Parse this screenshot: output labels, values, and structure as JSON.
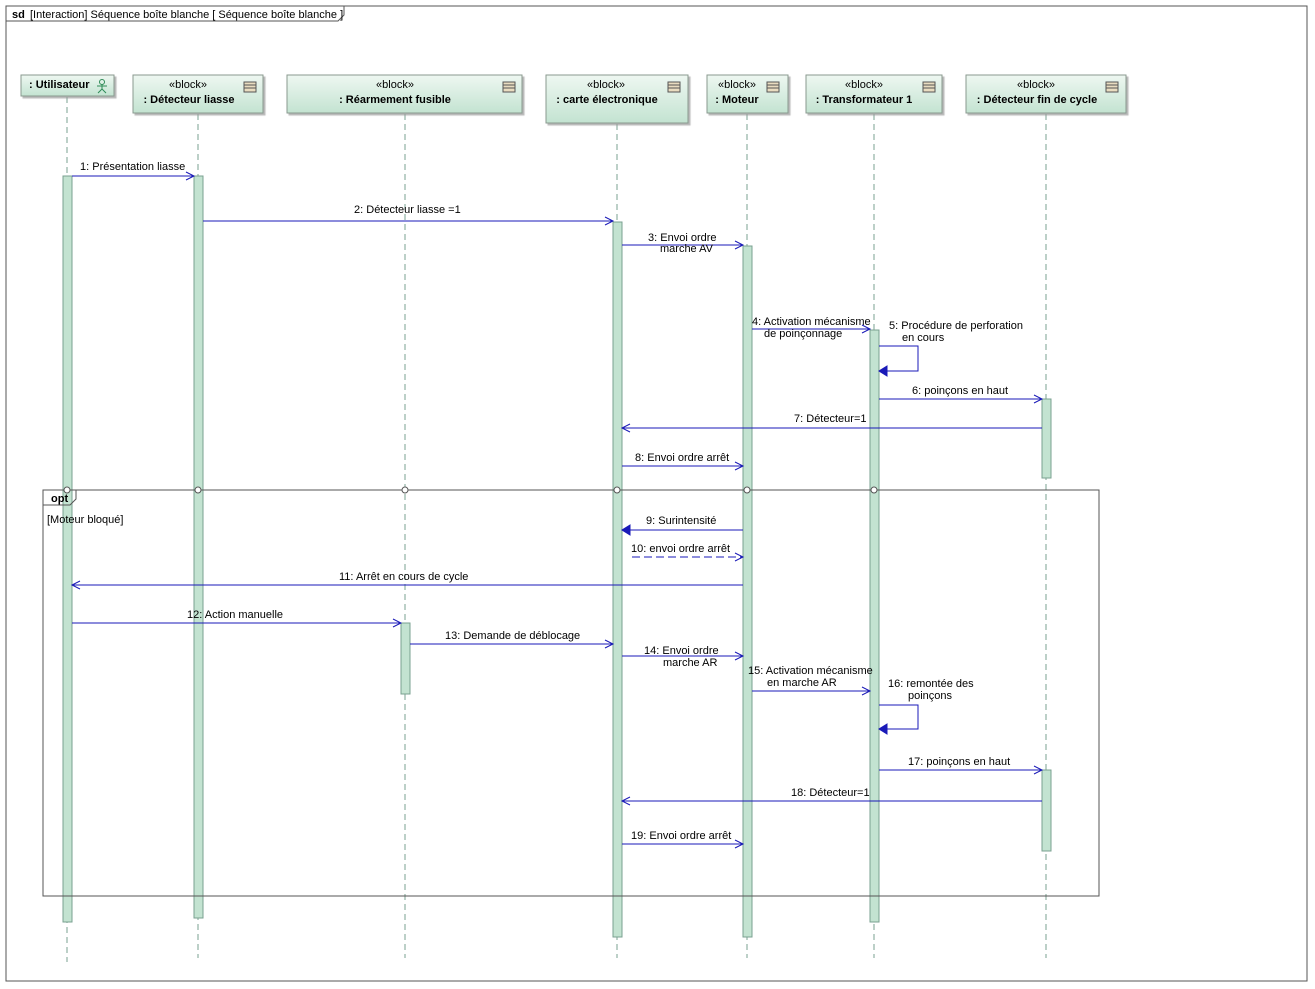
{
  "frame": {
    "keyword": "sd",
    "title": "[Interaction] Séquence boîte blanche [ Séquence boîte blanche ]"
  },
  "lifelines": [
    {
      "id": "user",
      "name": ": Utilisateur",
      "stereotype": "",
      "icon": "actor-icon"
    },
    {
      "id": "det_liasse",
      "name": ": Détecteur liasse",
      "stereotype": "«block»",
      "icon": "block-icon"
    },
    {
      "id": "rearm",
      "name": ": Réarmement fusible",
      "stereotype": "«block»",
      "icon": "block-icon"
    },
    {
      "id": "carte",
      "name": ": carte électronique",
      "stereotype": "«block»",
      "icon": "block-icon"
    },
    {
      "id": "moteur",
      "name": ": Moteur",
      "stereotype": "«block»",
      "icon": "block-icon"
    },
    {
      "id": "transfo",
      "name": ": Transformateur 1",
      "stereotype": "«block»",
      "icon": "block-icon"
    },
    {
      "id": "det_fin",
      "name": ": Détecteur fin de cycle",
      "stereotype": "«block»",
      "icon": "block-icon"
    }
  ],
  "fragment": {
    "operator": "opt",
    "guard": "[Moteur bloqué]"
  },
  "messages": [
    {
      "num": "1:",
      "label": [
        "Présentation liasse"
      ],
      "from": "user",
      "to": "det_liasse",
      "kind": "async"
    },
    {
      "num": "2:",
      "label": [
        "Détecteur liasse =1"
      ],
      "from": "det_liasse",
      "to": "carte",
      "kind": "async"
    },
    {
      "num": "3:",
      "label": [
        "Envoi ordre",
        "marche AV"
      ],
      "from": "carte",
      "to": "moteur",
      "kind": "async"
    },
    {
      "num": "4:",
      "label": [
        "Activation mécanisme",
        "de poinçonnage"
      ],
      "from": "moteur",
      "to": "transfo",
      "kind": "async"
    },
    {
      "num": "5:",
      "label": [
        "Procédure de perforation",
        "en cours"
      ],
      "from": "transfo",
      "to": "transfo",
      "kind": "self"
    },
    {
      "num": "6:",
      "label": [
        "poinçons en haut"
      ],
      "from": "transfo",
      "to": "det_fin",
      "kind": "async"
    },
    {
      "num": "7:",
      "label": [
        "Détecteur=1"
      ],
      "from": "det_fin",
      "to": "carte",
      "kind": "async"
    },
    {
      "num": "8:",
      "label": [
        "Envoi ordre arrêt"
      ],
      "from": "carte",
      "to": "moteur",
      "kind": "async"
    },
    {
      "num": "9:",
      "label": [
        "Surintensité"
      ],
      "from": "moteur",
      "to": "carte",
      "kind": "sync"
    },
    {
      "num": "10:",
      "label": [
        "envoi ordre arrêt"
      ],
      "from": "carte",
      "to": "moteur",
      "kind": "reply"
    },
    {
      "num": "11:",
      "label": [
        "Arrêt en cours de cycle"
      ],
      "from": "moteur",
      "to": "user",
      "kind": "async"
    },
    {
      "num": "12:",
      "label": [
        "Action manuelle"
      ],
      "from": "user",
      "to": "rearm",
      "kind": "async"
    },
    {
      "num": "13:",
      "label": [
        "Demande de déblocage"
      ],
      "from": "rearm",
      "to": "carte",
      "kind": "async"
    },
    {
      "num": "14:",
      "label": [
        "Envoi ordre",
        "marche AR"
      ],
      "from": "carte",
      "to": "moteur",
      "kind": "async"
    },
    {
      "num": "15:",
      "label": [
        "Activation mécanisme",
        "en marche AR"
      ],
      "from": "moteur",
      "to": "transfo",
      "kind": "async"
    },
    {
      "num": "16:",
      "label": [
        "remontée des",
        "poinçons"
      ],
      "from": "transfo",
      "to": "transfo",
      "kind": "self"
    },
    {
      "num": "17:",
      "label": [
        "poinçons en haut"
      ],
      "from": "transfo",
      "to": "det_fin",
      "kind": "async"
    },
    {
      "num": "18:",
      "label": [
        "Détecteur=1"
      ],
      "from": "det_fin",
      "to": "carte",
      "kind": "async"
    },
    {
      "num": "19:",
      "label": [
        "Envoi ordre arrêt"
      ],
      "from": "carte",
      "to": "moteur",
      "kind": "async"
    }
  ],
  "colors": {
    "message_line": "#1a1ab8",
    "head_fill_top": "#eef7f1",
    "head_fill_bottom": "#c3e3d1",
    "activation_fill": "#c3e3d1",
    "head_border": "#8a9a8f",
    "lifeline": "#7aa090",
    "frame": "#555555"
  }
}
